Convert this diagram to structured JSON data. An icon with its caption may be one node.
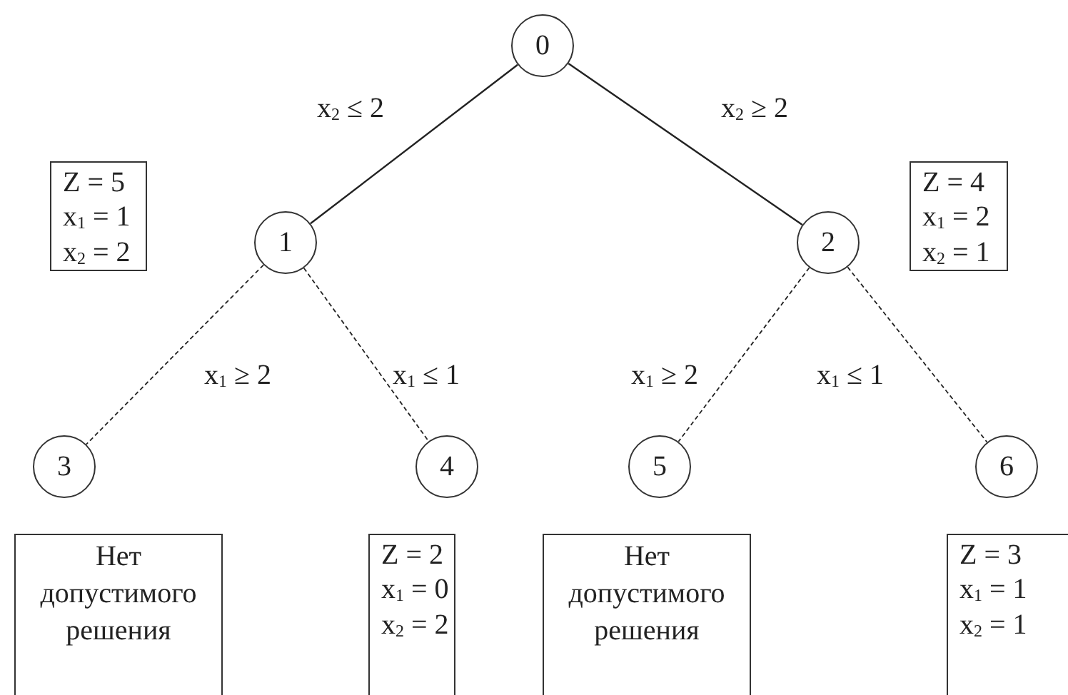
{
  "diagram": {
    "nodes": [
      {
        "text": [
          "0"
        ]
      },
      {
        "text": [
          "1"
        ]
      },
      {
        "text": [
          "2"
        ]
      },
      {
        "text": [
          "3"
        ]
      },
      {
        "text": [
          "4"
        ]
      },
      {
        "text": [
          "5"
        ]
      },
      {
        "text": [
          "6"
        ]
      },
      {
        "text": [
          "Z = 5",
          "x$_{1}$ = 1",
          "x$_{2}$ = 2"
        ]
      },
      {
        "text": [
          "Z = 4",
          "x$_{1}$ = 2",
          "x$_{2}$ = 1"
        ]
      },
      {
        "text": [
          "Нет допустимого решения"
        ]
      },
      {
        "text": [
          "Z = 2",
          "x$_{1}$ = 0",
          "x$_{2}$ = 2"
        ]
      },
      {
        "text": [
          "Нет допустимого решения"
        ]
      },
      {
        "text": [
          "Z = 3",
          "x$_{1}$ = 1",
          "x$_{2}$ = 1"
        ]
      }
    ],
    "edges": [
      {
        "from": 0,
        "to": 1,
        "arrow": "none",
        "label": "x$_{2}$ ≤ 2"
      },
      {
        "from": 0,
        "to": 2,
        "arrow": "none",
        "label": "x$_{2}$ ≥ 2"
      },
      {
        "from": 1,
        "to": 3,
        "arrow": "none",
        "label": "x$_{1}$ ≥ 2",
        "style": "dashed"
      },
      {
        "from": 1,
        "to": 4,
        "arrow": "none",
        "label": "x$_{1}$ ≤ 1",
        "style": "dashed"
      },
      {
        "from": 2,
        "to": 5,
        "arrow": "none",
        "label": "x$_{1}$ ≥ 2",
        "style": "dashed"
      },
      {
        "from": 2,
        "to": 6,
        "arrow": "none",
        "label": "x$_{1}$ ≤ 1",
        "style": "dashed"
      }
    ]
  }
}
